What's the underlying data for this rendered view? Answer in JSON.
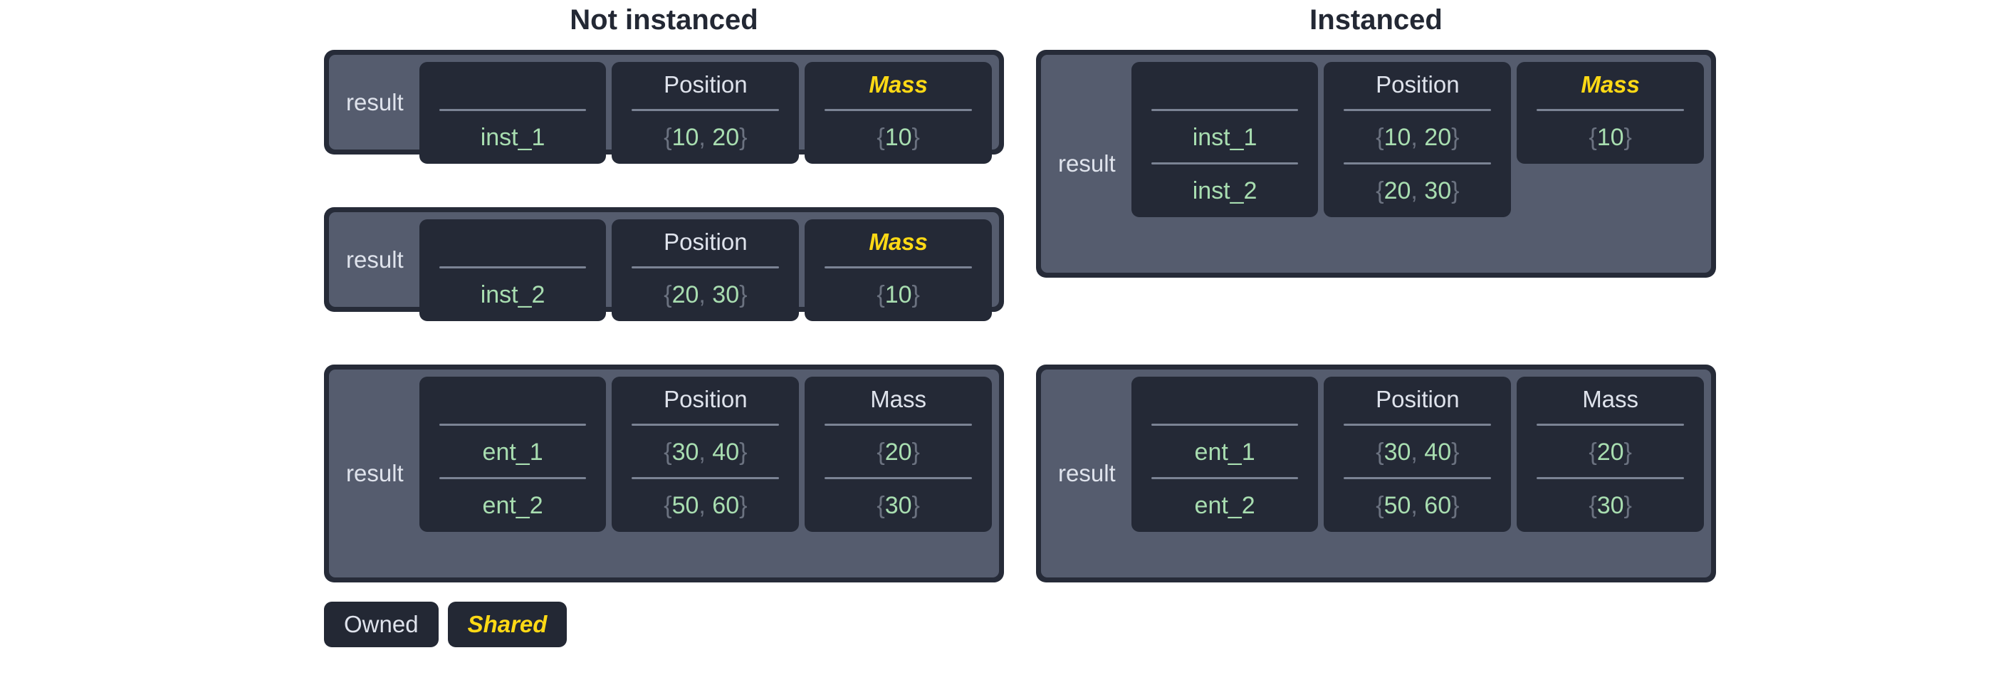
{
  "columns": {
    "left_title": "Not instanced",
    "right_title": "Instanced"
  },
  "labels": {
    "result": "result",
    "header_blank": "",
    "header_position": "Position",
    "header_mass": "Mass"
  },
  "legend": {
    "owned": "Owned",
    "shared": "Shared"
  },
  "colors": {
    "panel_border": "#262b38",
    "panel_bg": "#555c6e",
    "cell_bg": "#242936",
    "text_light": "#dfe3ec",
    "text_value_green": "#a8ddb0",
    "text_brace_gray": "#6b7280",
    "shared_yellow": "#ffd915",
    "rule_gray": "#7b8394",
    "title_dark": "#232834",
    "page_bg": "#ffffff"
  },
  "not_instanced": {
    "tables": [
      {
        "result": "result",
        "headers": [
          "",
          "Position",
          "Mass"
        ],
        "mass_shared": true,
        "rows": [
          {
            "name": "inst_1",
            "position_open": "{",
            "position_x": "10",
            "position_sep": ",",
            "position_y": "20",
            "position_close": "}",
            "mass_open": "{",
            "mass": "10",
            "mass_close": "}"
          }
        ]
      },
      {
        "result": "result",
        "headers": [
          "",
          "Position",
          "Mass"
        ],
        "mass_shared": true,
        "rows": [
          {
            "name": "inst_2",
            "position_open": "{",
            "position_x": "20",
            "position_sep": ",",
            "position_y": "30",
            "position_close": "}",
            "mass_open": "{",
            "mass": "10",
            "mass_close": "}"
          }
        ]
      },
      {
        "result": "result",
        "headers": [
          "",
          "Position",
          "Mass"
        ],
        "mass_shared": false,
        "rows": [
          {
            "name": "ent_1",
            "position_open": "{",
            "position_x": "30",
            "position_sep": ",",
            "position_y": "40",
            "position_close": "}",
            "mass_open": "{",
            "mass": "20",
            "mass_close": "}"
          },
          {
            "name": "ent_2",
            "position_open": "{",
            "position_x": "50",
            "position_sep": ",",
            "position_y": "60",
            "position_close": "}",
            "mass_open": "{",
            "mass": "30",
            "mass_close": "}"
          }
        ]
      }
    ]
  },
  "instanced": {
    "tables": [
      {
        "result": "result",
        "headers": [
          "",
          "Position",
          "Mass"
        ],
        "mass_shared": true,
        "mass_spans_one_row": true,
        "rows": [
          {
            "name": "inst_1",
            "position_open": "{",
            "position_x": "10",
            "position_sep": ",",
            "position_y": "20",
            "position_close": "}",
            "mass_open": "{",
            "mass": "10",
            "mass_close": "}"
          },
          {
            "name": "inst_2",
            "position_open": "{",
            "position_x": "20",
            "position_sep": ",",
            "position_y": "30",
            "position_close": "}"
          }
        ]
      },
      {
        "result": "result",
        "headers": [
          "",
          "Position",
          "Mass"
        ],
        "mass_shared": false,
        "mass_spans_one_row": false,
        "rows": [
          {
            "name": "ent_1",
            "position_open": "{",
            "position_x": "30",
            "position_sep": ",",
            "position_y": "40",
            "position_close": "}",
            "mass_open": "{",
            "mass": "20",
            "mass_close": "}"
          },
          {
            "name": "ent_2",
            "position_open": "{",
            "position_x": "50",
            "position_sep": ",",
            "position_y": "60",
            "position_close": "}",
            "mass_open": "{",
            "mass": "30",
            "mass_close": "}"
          }
        ]
      }
    ]
  }
}
